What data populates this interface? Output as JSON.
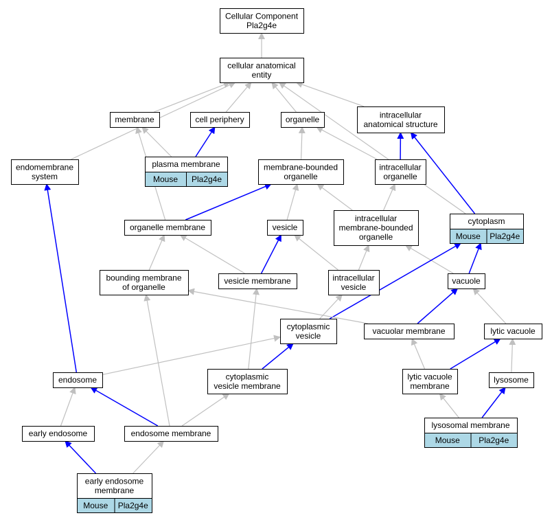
{
  "colors": {
    "gray_edge": "#c0c0c0",
    "blue_edge": "#0000ff",
    "annotation_fill": "#add8e6",
    "node_border": "#000000",
    "node_fill": "#ffffff"
  },
  "nodes": {
    "root": [
      "Cellular Component",
      "Pla2g4e"
    ],
    "cae": [
      "cellular anatomical",
      "entity"
    ],
    "membrane": [
      "membrane"
    ],
    "cellper": [
      "cell periphery"
    ],
    "organelle": [
      "organelle"
    ],
    "ias": [
      "intracellular",
      "anatomical structure"
    ],
    "endosys": [
      "endomembrane",
      "system"
    ],
    "plasma": [
      "plasma membrane"
    ],
    "mbo": [
      "membrane-bounded",
      "organelle"
    ],
    "intorg": [
      "intracellular",
      "organelle"
    ],
    "orgmem": [
      "organelle membrane"
    ],
    "vesicle": [
      "vesicle"
    ],
    "imbo": [
      "intracellular",
      "membrane-bounded",
      "organelle"
    ],
    "cytoplasm": [
      "cytoplasm"
    ],
    "bmo": [
      "bounding membrane",
      "of organelle"
    ],
    "vesmem": [
      "vesicle membrane"
    ],
    "intves": [
      "intracellular",
      "vesicle"
    ],
    "vacuole": [
      "vacuole"
    ],
    "cytves": [
      "cytoplasmic",
      "vesicle"
    ],
    "vacmem": [
      "vacuolar membrane"
    ],
    "lytvac": [
      "lytic vacuole"
    ],
    "endosome": [
      "endosome"
    ],
    "cvm": [
      "cytoplasmic",
      "vesicle membrane"
    ],
    "lvm": [
      "lytic vacuole",
      "membrane"
    ],
    "lysosome": [
      "lysosome"
    ],
    "early": [
      "early endosome"
    ],
    "endomem": [
      "endosome membrane"
    ],
    "lysomem": [
      "lysosomal membrane"
    ],
    "eem": [
      "early endosome",
      "membrane"
    ]
  },
  "annotations": {
    "plasma": [
      "Mouse",
      "Pla2g4e"
    ],
    "cytoplasm": [
      "Mouse",
      "Pla2g4e"
    ],
    "lysomem": [
      "Mouse",
      "Pla2g4e"
    ],
    "eem": [
      "Mouse",
      "Pla2g4e"
    ]
  },
  "edges": [
    {
      "from": "cae",
      "to": "root",
      "color": "gray"
    },
    {
      "from": "membrane",
      "to": "cae",
      "color": "gray"
    },
    {
      "from": "cellper",
      "to": "cae",
      "color": "gray"
    },
    {
      "from": "organelle",
      "to": "cae",
      "color": "gray"
    },
    {
      "from": "ias",
      "to": "cae",
      "color": "gray"
    },
    {
      "from": "endosys",
      "to": "cae",
      "color": "gray"
    },
    {
      "from": "cytoplasm",
      "to": "cae",
      "color": "gray"
    },
    {
      "from": "plasma",
      "to": "membrane",
      "color": "gray"
    },
    {
      "from": "plasma",
      "to": "cellper",
      "color": "blue"
    },
    {
      "from": "mbo",
      "to": "organelle",
      "color": "gray"
    },
    {
      "from": "intorg",
      "to": "organelle",
      "color": "gray"
    },
    {
      "from": "intorg",
      "to": "ias",
      "color": "blue"
    },
    {
      "from": "cytoplasm",
      "to": "ias",
      "color": "blue"
    },
    {
      "from": "orgmem",
      "to": "membrane",
      "color": "gray"
    },
    {
      "from": "orgmem",
      "to": "mbo",
      "color": "blue"
    },
    {
      "from": "vesicle",
      "to": "mbo",
      "color": "gray"
    },
    {
      "from": "imbo",
      "to": "mbo",
      "color": "gray"
    },
    {
      "from": "imbo",
      "to": "intorg",
      "color": "gray"
    },
    {
      "from": "bmo",
      "to": "orgmem",
      "color": "gray"
    },
    {
      "from": "vesmem",
      "to": "orgmem",
      "color": "gray"
    },
    {
      "from": "vesmem",
      "to": "vesicle",
      "color": "blue"
    },
    {
      "from": "intves",
      "to": "vesicle",
      "color": "gray"
    },
    {
      "from": "intves",
      "to": "imbo",
      "color": "gray"
    },
    {
      "from": "vacuole",
      "to": "imbo",
      "color": "gray"
    },
    {
      "from": "vacuole",
      "to": "cytoplasm",
      "color": "blue"
    },
    {
      "from": "cytves",
      "to": "intves",
      "color": "gray"
    },
    {
      "from": "cytves",
      "to": "cytoplasm",
      "color": "blue"
    },
    {
      "from": "vacmem",
      "to": "bmo",
      "color": "gray"
    },
    {
      "from": "vacmem",
      "to": "vacuole",
      "color": "blue"
    },
    {
      "from": "lytvac",
      "to": "vacuole",
      "color": "gray"
    },
    {
      "from": "endosome",
      "to": "endosys",
      "color": "blue"
    },
    {
      "from": "endosome",
      "to": "cytves",
      "color": "gray"
    },
    {
      "from": "cvm",
      "to": "vesmem",
      "color": "gray"
    },
    {
      "from": "cvm",
      "to": "cytves",
      "color": "blue"
    },
    {
      "from": "lvm",
      "to": "vacmem",
      "color": "gray"
    },
    {
      "from": "lvm",
      "to": "lytvac",
      "color": "blue"
    },
    {
      "from": "lysosome",
      "to": "lytvac",
      "color": "gray"
    },
    {
      "from": "early",
      "to": "endosome",
      "color": "gray"
    },
    {
      "from": "endomem",
      "to": "endosome",
      "color": "blue"
    },
    {
      "from": "endomem",
      "to": "cvm",
      "color": "gray"
    },
    {
      "from": "endomem",
      "to": "bmo",
      "color": "gray"
    },
    {
      "from": "lysomem",
      "to": "lvm",
      "color": "gray"
    },
    {
      "from": "lysomem",
      "to": "lysosome",
      "color": "blue"
    },
    {
      "from": "eem",
      "to": "early",
      "color": "blue"
    },
    {
      "from": "eem",
      "to": "endomem",
      "color": "gray"
    }
  ]
}
